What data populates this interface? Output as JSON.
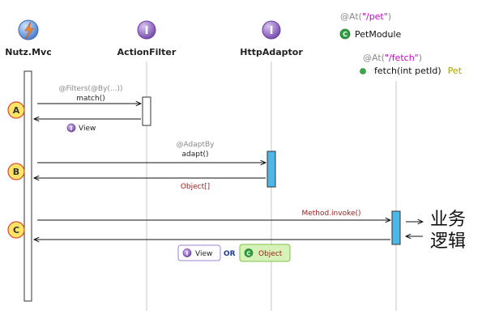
{
  "participants": {
    "nutz": "Nutz.Mvc",
    "filter": "ActionFilter",
    "adaptor": "HttpAdaptor"
  },
  "icons": {
    "interface_letter": "I",
    "class_letter": "C",
    "steps": [
      "A",
      "B",
      "C"
    ]
  },
  "module": {
    "at_prefix": "@At(",
    "at_value": "\"/pet\"",
    "at_suffix": ")",
    "name": "PetModule"
  },
  "method": {
    "at_prefix": "@At(",
    "at_value": "\"/fetch\"",
    "at_suffix": ")",
    "signature": "fetch(int petId)",
    "return_type": "Pet"
  },
  "messages": {
    "filters_annotation": "@Filters(@By(...))",
    "match_call": "match()",
    "view_return": "View",
    "adapt_annotation": "@AdaptBy",
    "adapt_call": "adapt()",
    "adapt_return": "Object[]",
    "invoke_call": "Method.invoke()",
    "result_view": "View",
    "or_text": "OR",
    "result_object": "Object"
  },
  "business_logic": {
    "line1": "业务",
    "line2": "逻辑"
  },
  "colors": {
    "interface_icon": "#8e5dbb",
    "class_icon": "#2e9e3e",
    "step_circle": "#ffe566",
    "step_border": "#d94a2a",
    "activation_blue": "#4db8e8",
    "view_box_border": "#9b85d6",
    "object_box_fill": "#d7f2b8",
    "object_box_border": "#7cc24a"
  }
}
